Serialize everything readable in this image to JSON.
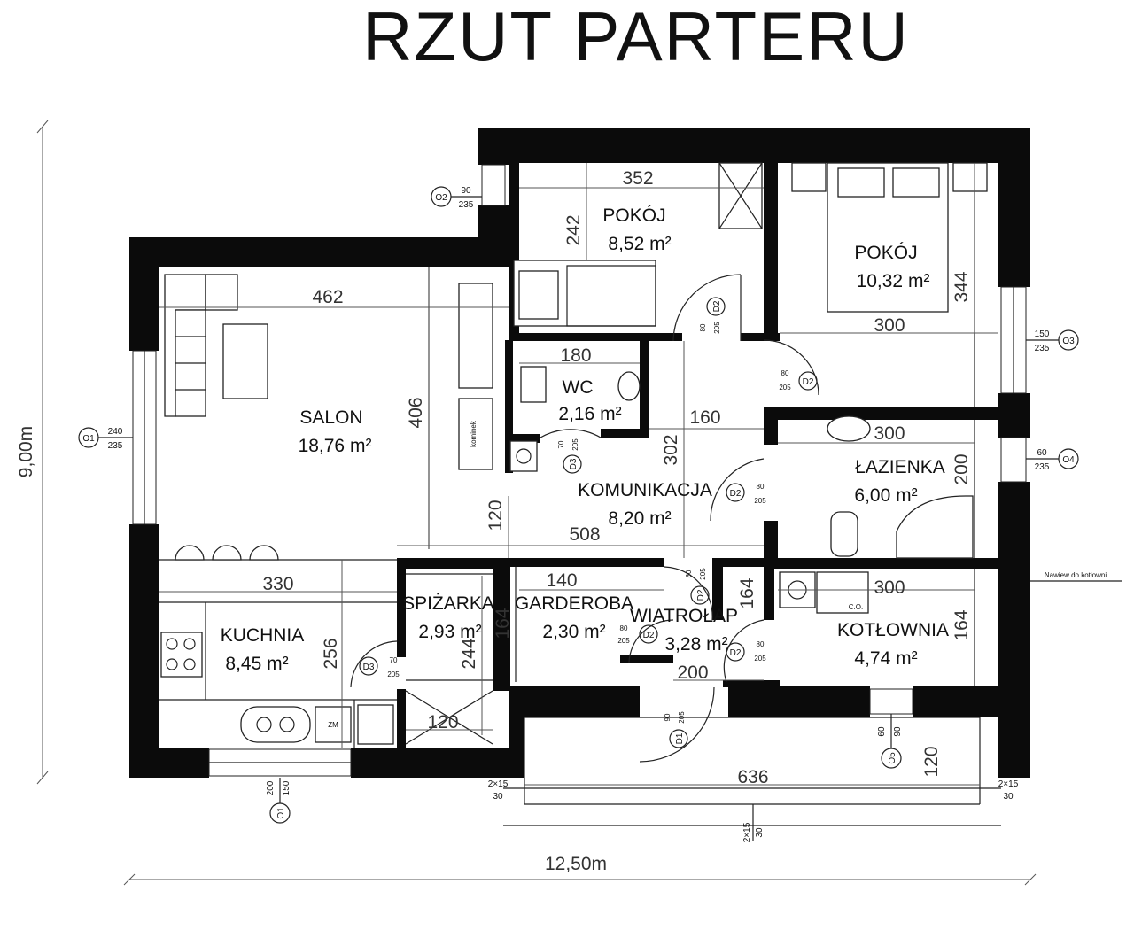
{
  "title": "RZUT PARTERU",
  "rooms": {
    "salon": {
      "name": "SALON",
      "area": "18,76 m²"
    },
    "pokoj1": {
      "name": "POKÓJ",
      "area": "8,52 m²"
    },
    "pokoj2": {
      "name": "POKÓJ",
      "area": "10,32 m²"
    },
    "wc": {
      "name": "WC",
      "area": "2,16 m²"
    },
    "komunikacja": {
      "name": "KOMUNIKACJA",
      "area": "8,20 m²"
    },
    "lazienka": {
      "name": "ŁAZIENKA",
      "area": "6,00 m²"
    },
    "kuchnia": {
      "name": "KUCHNIA",
      "area": "8,45 m²"
    },
    "spizarka": {
      "name": "SPIŻARKA",
      "area": "2,93 m²"
    },
    "garderoba": {
      "name": "GARDEROBA",
      "area": "2,30 m²"
    },
    "wiatrolap": {
      "name": "WIATROŁAP",
      "area": "3,28 m²"
    },
    "kotlownia": {
      "name": "KOTŁOWNIA",
      "area": "4,74 m²"
    }
  },
  "overall": {
    "width": "12,50m",
    "height": "9,00m"
  },
  "dims": {
    "d352": "352",
    "d242": "242",
    "d344": "344",
    "d462": "462",
    "d300a": "300",
    "d180": "180",
    "d406": "406",
    "d160": "160",
    "d302": "302",
    "d300b": "300",
    "d200a": "200",
    "d120a": "120",
    "d508": "508",
    "d330": "330",
    "d140": "140",
    "d164a": "164",
    "d300c": "300",
    "d164b": "164",
    "d164c": "164",
    "d256": "256",
    "d244": "244",
    "d120b": "120",
    "d200b": "200",
    "d636": "636",
    "d120c": "120"
  },
  "windows": {
    "o1": {
      "code": "O1",
      "w": "240",
      "h": "235"
    },
    "o1b": {
      "code": "O1",
      "w": "200",
      "h": "150"
    },
    "o2": {
      "code": "O2",
      "w": "90",
      "h": "235"
    },
    "o3": {
      "code": "O3",
      "w": "150",
      "h": "235"
    },
    "o4": {
      "code": "O4",
      "w": "60",
      "h": "235"
    },
    "o5": {
      "code": "O5",
      "w": "60",
      "h": "90"
    }
  },
  "doors": {
    "d2_pokoj1": {
      "code": "D2",
      "w": "80",
      "h": "205"
    },
    "d2_pokoj2": {
      "code": "D2",
      "w": "80",
      "h": "205"
    },
    "d3_wc": {
      "code": "D3",
      "w": "70",
      "h": "205"
    },
    "d2_lazienka": {
      "code": "D2",
      "w": "80",
      "h": "205"
    },
    "d2_wiatrolap": {
      "code": "D2",
      "w": "80",
      "h": "205"
    },
    "d2_garderoba": {
      "code": "D2",
      "w": "80",
      "h": "205"
    },
    "d2_kotlownia": {
      "code": "D2",
      "w": "80",
      "h": "205"
    },
    "d3_spizarka": {
      "code": "D3",
      "w": "70",
      "h": "205"
    },
    "d1": {
      "code": "D1",
      "w": "90",
      "h": "205"
    }
  },
  "labels": {
    "kominek": "kominek",
    "zm": "ZM",
    "co": "C.O.",
    "nawiew": "Nawiew do kotłowni",
    "step_left": "2×15",
    "step_left_b": "30",
    "step_right": "2×15",
    "step_right_b": "30",
    "step_bottom": "2×15",
    "step_bottom_b": "30"
  }
}
